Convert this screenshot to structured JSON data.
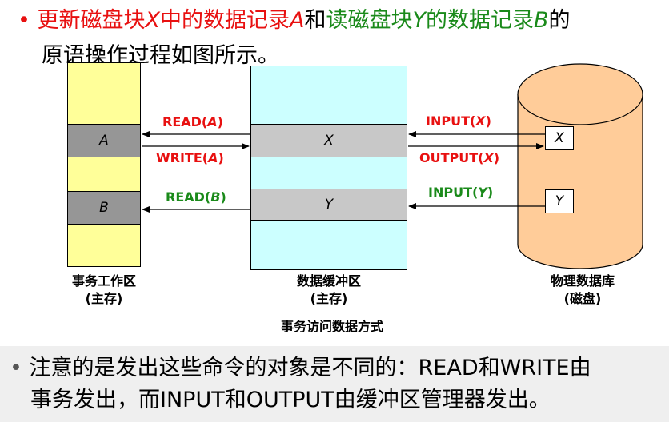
{
  "header": {
    "bullet": "•",
    "t1": "更新磁盘块",
    "t2": "X",
    "t3": "中的数据记录",
    "t4": "A",
    "t5": "和",
    "t6": "读磁盘块",
    "t7": "Y",
    "t8": "的数据记录",
    "t9": "B",
    "t10": "的",
    "line2": "原语操作过程如图所示。"
  },
  "diagram": {
    "work_area": {
      "band_a": "A",
      "band_b": "B",
      "label_line1": "事务工作区",
      "label_line2": "(主存)"
    },
    "buffer": {
      "band_x": "X",
      "band_y": "Y",
      "label_line1": "数据缓冲区",
      "label_line2": "(主存)"
    },
    "disk": {
      "box_x": "X",
      "box_y": "Y",
      "label_line1": "物理数据库",
      "label_line2": "(磁盘)"
    },
    "arrows": {
      "read_a": {
        "cmd": "READ(",
        "var": "A",
        "close": ")"
      },
      "write_a": {
        "cmd": "WRITE(",
        "var": "A",
        "close": ")"
      },
      "read_b": {
        "cmd": "READ(",
        "var": "B",
        "close": ")"
      },
      "input_x": {
        "cmd": "INPUT(",
        "var": "X",
        "close": ")"
      },
      "output_x": {
        "cmd": "OUTPUT(",
        "var": "X",
        "close": ")"
      },
      "input_y": {
        "cmd": "INPUT(",
        "var": "Y",
        "close": ")"
      }
    },
    "caption": "事务访问数据方式",
    "colors": {
      "red": "#e81010",
      "green": "#1a8a1a",
      "work_fill": "#ffff99",
      "buffer_fill": "#ccffff",
      "disk_fill": "#ffcc99"
    }
  },
  "note": {
    "bullet": "•",
    "line1": "注意的是发出这些命令的对象是不同的：READ和WRITE由",
    "line2": "事务发出，而INPUT和OUTPUT由缓冲区管理器发出。"
  }
}
